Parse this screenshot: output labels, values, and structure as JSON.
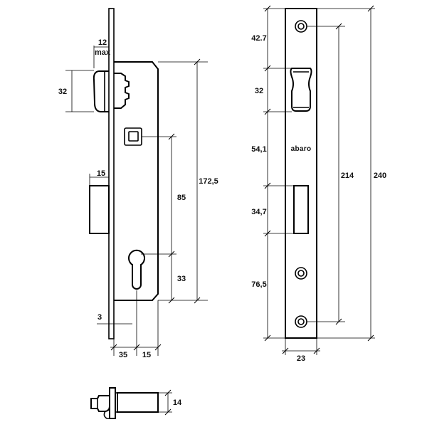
{
  "brand": "abaro",
  "side_view": {
    "dim_latch_projection": "12",
    "dim_latch_projection_note": "max",
    "dim_latch_height": "32",
    "dim_bolt_projection": "15",
    "dim_handle_to_cylinder": "85",
    "dim_body_height": "172,5",
    "dim_cylinder_to_bottom": "33",
    "dim_faceplate_thickness": "3",
    "dim_backset": "35",
    "dim_cylinder_offset": "15"
  },
  "front_view": {
    "dim_top_to_latch": "42.7",
    "dim_latch_height": "32",
    "dim_latch_to_bolt": "54,1",
    "dim_bolt_height": "34,7",
    "dim_bolt_to_screw": "76,5",
    "dim_screw_spacing": "214",
    "dim_total_height": "240",
    "dim_width": "23"
  },
  "bottom_view": {
    "dim_bolt_thickness": "14"
  }
}
